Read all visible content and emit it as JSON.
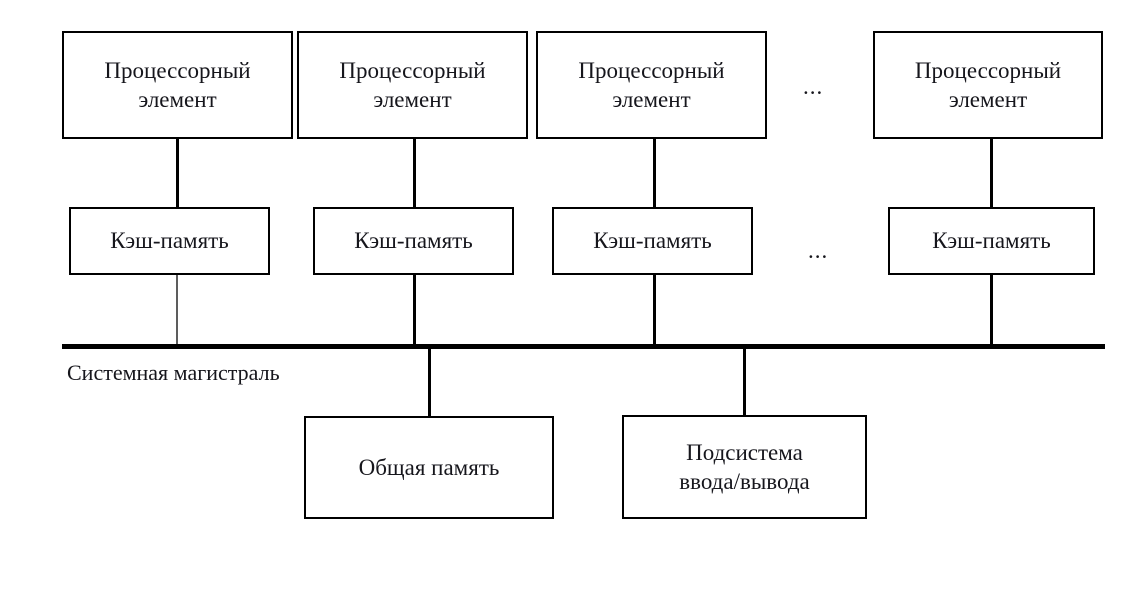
{
  "diagram": {
    "title_text": "",
    "colors": {
      "stroke": "#000000",
      "background": "#ffffff",
      "text": "#16161c",
      "faint_stroke": "#5d5d5d"
    },
    "processing_elements": [
      {
        "line1": "Процессорный",
        "line2": "элемент"
      },
      {
        "line1": "Процессорный",
        "line2": "элемент"
      },
      {
        "line1": "Процессорный",
        "line2": "элемент"
      },
      {
        "line1": "Процессорный",
        "line2": "элемент"
      }
    ],
    "caches": [
      {
        "label": "Кэш-память"
      },
      {
        "label": "Кэш-память"
      },
      {
        "label": "Кэш-память"
      },
      {
        "label": "Кэш-память"
      }
    ],
    "ellipsis_pe": "...",
    "ellipsis_cache": "...",
    "bus": {
      "label": "Системная магистраль"
    },
    "bottom_nodes": [
      {
        "line1": "Общая память",
        "line2": ""
      },
      {
        "line1": "Подсистема",
        "line2": "ввода/вывода"
      }
    ]
  }
}
